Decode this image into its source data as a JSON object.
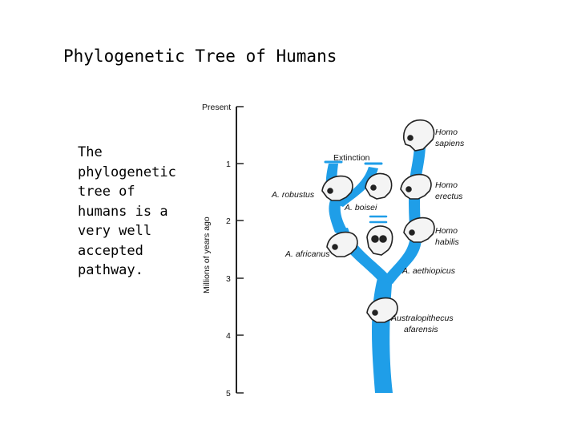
{
  "slide": {
    "title": "Phylogenetic Tree of Humans",
    "body": "The phylogenetic tree of humans is a very well accepted pathway."
  },
  "figure": {
    "axis": {
      "label": "Millions of years ago",
      "ticks": [
        "Present",
        "1",
        "2",
        "3",
        "4",
        "5"
      ]
    },
    "extinction_label": "Extinction",
    "species": [
      {
        "name": "Homo sapiens",
        "lines": [
          "Homo",
          "sapiens"
        ]
      },
      {
        "name": "Homo erectus",
        "lines": [
          "Homo",
          "erectus"
        ]
      },
      {
        "name": "Homo habilis",
        "lines": [
          "Homo",
          "habilis"
        ]
      },
      {
        "name": "A. robustus",
        "lines": [
          "A. robustus"
        ]
      },
      {
        "name": "A. boisei",
        "lines": [
          "A. boisei"
        ]
      },
      {
        "name": "A. africanus",
        "lines": [
          "A. africanus"
        ]
      },
      {
        "name": "A. aethiopicus",
        "lines": [
          "A. aethiopicus"
        ]
      },
      {
        "name": "Australopithecus afarensis",
        "lines": [
          "Australopithecus",
          "afarensis"
        ]
      }
    ],
    "branch_color": "#1f9ee8"
  }
}
